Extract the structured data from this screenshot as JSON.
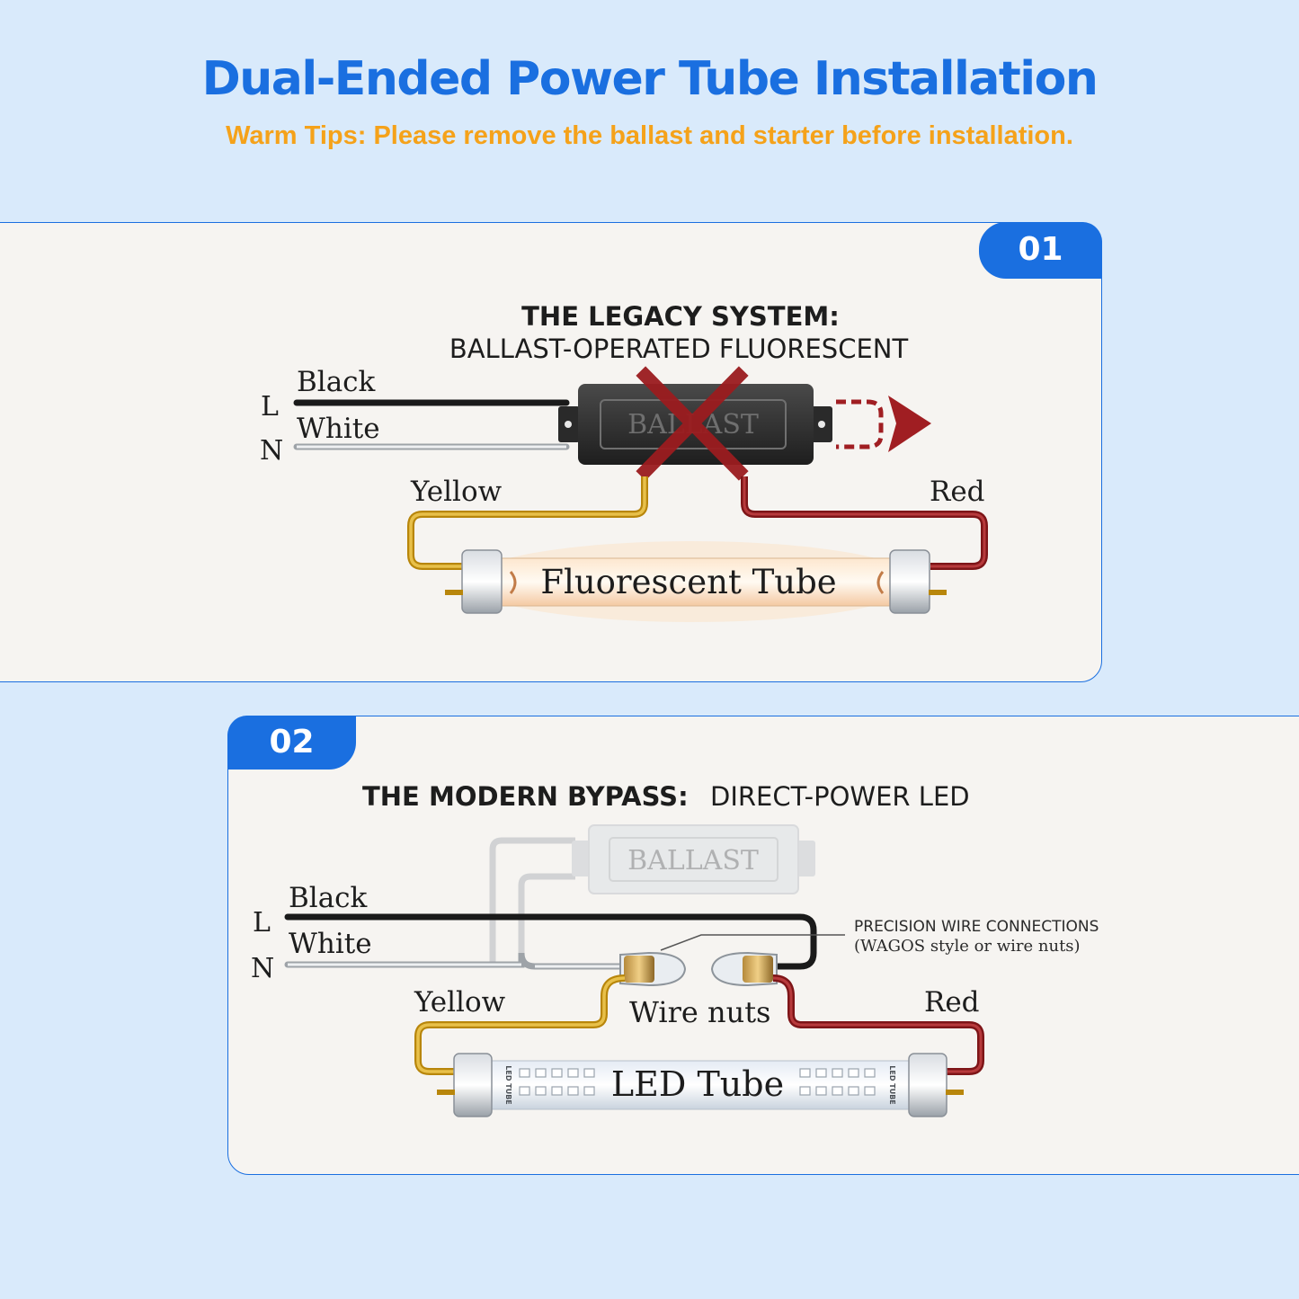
{
  "header": {
    "title": "Dual-Ended Power Tube Installation",
    "tip": "Warm Tips: Please remove the ballast and starter before installation."
  },
  "step1": {
    "badge": "01",
    "heading_bold": "THE LEGACY SYSTEM:",
    "heading_sub": "BALLAST-OPERATED FLUORESCENT",
    "wire_black": "Black",
    "wire_white": "White",
    "terminal_l": "L",
    "terminal_n": "N",
    "ballast_label": "BALLAST",
    "wire_yellow": "Yellow",
    "wire_red": "Red",
    "tube_label": "Fluorescent Tube"
  },
  "step2": {
    "badge": "02",
    "heading_bold": "THE MODERN BYPASS:",
    "heading_sub": "DIRECT-POWER LED",
    "ballast_label": "BALLAST",
    "wire_black": "Black",
    "wire_white": "White",
    "terminal_l": "L",
    "terminal_n": "N",
    "connections_line1": "PRECISION WIRE CONNECTIONS",
    "connections_line2": "(WAGOS style or wire nuts)",
    "wire_yellow": "Yellow",
    "wire_nuts": "Wire nuts",
    "wire_red": "Red",
    "tube_label": "LED Tube",
    "tube_end_mark": "LED TUBE"
  },
  "colors": {
    "accent": "#1a6fe0",
    "tip": "#f5a21a",
    "yellow_wire": "#d4a017",
    "red_wire": "#a01e22",
    "cross": "#9b1c1f"
  }
}
